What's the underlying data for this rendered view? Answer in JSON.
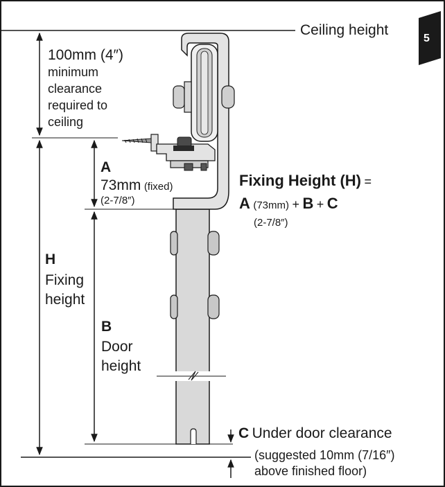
{
  "ceiling": {
    "label": "Ceiling height"
  },
  "step_badge": "5",
  "clearance_top": {
    "value": "100mm (4″)",
    "lines": [
      "minimum",
      "clearance",
      "required to",
      "ceiling"
    ]
  },
  "dim_a": {
    "letter": "A",
    "value": "73mm",
    "note": "(fixed)",
    "imperial": "(2-7/8″)"
  },
  "dim_h": {
    "letter": "H",
    "lines": [
      "Fixing",
      "height"
    ]
  },
  "dim_b": {
    "letter": "B",
    "lines": [
      "Door",
      "height"
    ]
  },
  "dim_c": {
    "letter": "C",
    "label": "Under door clearance",
    "note_lines": [
      "(suggested 10mm (7/16″)",
      "above finished floor)"
    ]
  },
  "formula": {
    "title": "Fixing Height (H)",
    "equals": "=",
    "a": "A",
    "a_value": "(73mm)",
    "plus1": "+",
    "b": "B",
    "plus2": "+",
    "c": "C",
    "a_imperial": "(2-7/8″)"
  },
  "colors": {
    "door": "#d9d9d9",
    "hardware": "#e3e3e3",
    "line": "#1a1a1a",
    "badge": "#1a1a1a"
  }
}
